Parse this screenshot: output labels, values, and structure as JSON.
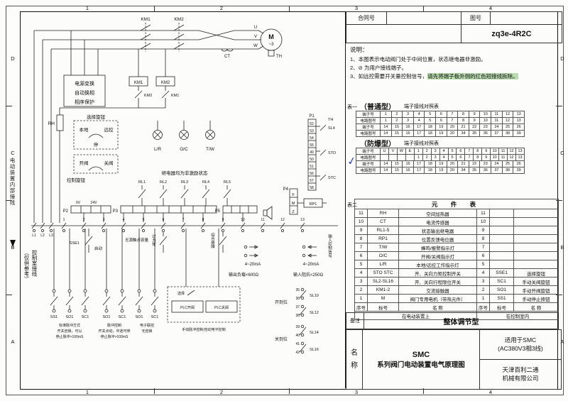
{
  "frame": {
    "cols": [
      "1",
      "2",
      "3",
      "4"
    ],
    "rows": [
      "D",
      "C",
      "B",
      "A"
    ]
  },
  "title_block": {
    "contract_label": "合同号",
    "drawing_label": "图号",
    "drawing_no": "zq3e-4R2C"
  },
  "notes": {
    "heading": "说明：",
    "item1": "1、本图表示电动阀门处于中间位置，状态继电器非激励。",
    "item2": "2、⊘ 为用户接线端子。",
    "item3_pre": "3、如远控需要开关量控制信号，",
    "item3_hl": "请先将端子板外侧的红色短接线拆除。"
  },
  "table1": {
    "label": "表一",
    "normal_title": "（普通型）",
    "normal_subtitle": "端子接线对照表",
    "normal_rows": [
      [
        "端子号",
        "1",
        "2",
        "3",
        "4",
        "5",
        "6",
        "7",
        "8",
        "9",
        "10",
        "11",
        "12",
        "13"
      ],
      [
        "电路图号",
        "1",
        "2",
        "3",
        "4",
        "5",
        "6",
        "7",
        "8",
        "9",
        "10",
        "11",
        "12",
        "13"
      ],
      [
        "端子号",
        "14",
        "15",
        "16",
        "17",
        "18",
        "19",
        "20",
        "21",
        "22",
        "23",
        "24",
        "25",
        "26"
      ],
      [
        "电路图号",
        "14",
        "15",
        "16",
        "17",
        "18",
        "19",
        "20",
        "34",
        "35",
        "36",
        "37",
        "38",
        "39"
      ]
    ],
    "ex_title": "（防爆型）",
    "ex_subtitle": "端子接线对照表",
    "ex_rows1": [
      [
        "端子号",
        "U",
        "V",
        "W",
        "E",
        "1",
        "2",
        "3",
        "4",
        "5",
        "6",
        "7",
        "8",
        "9",
        "10",
        "11",
        "12",
        "13"
      ],
      [
        "电路图号",
        "",
        "",
        "",
        "",
        "1",
        "2",
        "3",
        "4",
        "5",
        "6",
        "7",
        "8",
        "9",
        "10",
        "11",
        "12",
        "13"
      ]
    ],
    "ex_rows2": [
      [
        "端子号",
        "14",
        "15",
        "16",
        "17",
        "18",
        "19",
        "20",
        "21",
        "22",
        "23",
        "24",
        "25",
        "26"
      ],
      [
        "电路图号",
        "14",
        "15",
        "16",
        "17",
        "18",
        "19",
        "20",
        "34",
        "35",
        "36",
        "37",
        "38",
        "39"
      ]
    ]
  },
  "table2": {
    "label": "表二",
    "title": "元 件 表",
    "rows": [
      [
        "11",
        "RH",
        "空间加热器",
        "11",
        "",
        ""
      ],
      [
        "10",
        "CT",
        "电流传感器",
        "10",
        "",
        ""
      ],
      [
        "9",
        "RL1-5",
        "状态输出继电器",
        "9",
        "",
        ""
      ],
      [
        "8",
        "RP1",
        "位置反馈电位器",
        "8",
        "",
        ""
      ],
      [
        "7",
        "T/W",
        "蜂鸣/报警指示灯",
        "7",
        "",
        ""
      ],
      [
        "6",
        "O/C",
        "开阀/关阀指示灯",
        "6",
        "",
        ""
      ],
      [
        "5",
        "L/R",
        "本地/远控工作指示灯",
        "5",
        "",
        ""
      ],
      [
        "4",
        "STO STC",
        "开、关向力矩控制开关",
        "4",
        "SSE1",
        "选择旋钮"
      ],
      [
        "3",
        "SL2-SL16",
        "开、关向行程限位开关",
        "3",
        "SC1",
        "手动关阀旋钮"
      ],
      [
        "2",
        "KM1-2",
        "交流接触器",
        "2",
        "SO1",
        "手动开阀旋钮"
      ],
      [
        "1",
        "M",
        "阀门专用电机（带热元件）",
        "1",
        "SS1",
        "手动停止按钮"
      ],
      [
        "序号",
        "标号",
        "名  称",
        "序号",
        "标号",
        "名  称"
      ]
    ],
    "loc_left": "在电动装置上",
    "loc_right": "在控制室内"
  },
  "remarks": {
    "label": "备注",
    "text": "整体调节型"
  },
  "name_block": {
    "label1": "名",
    "label2": "称",
    "line1": "SMC",
    "line2": "系列阀门电动装置电气原理图",
    "apply1": "适用于SMC",
    "apply2": "(AC380V3相3线)",
    "company1": "天津百利二通",
    "company2": "机械有限公司"
  },
  "margins": {
    "inner": "电动装置内部接线",
    "control": "控制室接线",
    "control2": "（仅供参考）"
  },
  "check_mark": "✓",
  "schematic": {
    "km1": "KM1",
    "km2": "KM2",
    "u": "U",
    "v": "V",
    "w": "W",
    "motor": "M",
    "motor_sub": "~3",
    "th": "TH",
    "th2": "TH",
    "ct": "CT",
    "power_box": [
      "电源变换",
      "自动换相",
      "相序保护"
    ],
    "coil1": "KM1",
    "coil2": "KM2",
    "ilock1": "KM2",
    "ilock2": "KM1",
    "rh": "RH",
    "sel_title": "选择旋钮",
    "local": "本地",
    "remote": "远控",
    "stop": "停",
    "lamp1": "L/R",
    "lamp2": "O/C",
    "lamp3": "T/W",
    "open": "开阀",
    "close": "关阀",
    "ctrl_knob": "控制旋钮",
    "relay_note": "继电器均为非激励状态",
    "rl1": "RL1",
    "rl2": "RL2",
    "rl3": "RL3",
    "rl4": "RL4",
    "rl5": "RL5",
    "p1": "P1",
    "p2": "P2",
    "p3": "P3",
    "p4": "P4",
    "p5": "P5",
    "v0": "0V",
    "v24": "24V",
    "rterm": [
      "52",
      "53",
      "54",
      "55",
      "49",
      "50",
      "51",
      "56",
      "57",
      "58"
    ],
    "sl4": "SL4",
    "sto": "STO",
    "stc": "STC",
    "rp1": "RP1",
    "fmz": [
      "F",
      "M",
      "Z"
    ],
    "l1": "L1",
    "l2": "L2",
    "l3": "L3",
    "bus": [
      "1",
      "2",
      "3",
      "4",
      "5",
      "6",
      "7",
      "8",
      "9",
      "10",
      "11",
      "12",
      "13"
    ],
    "sse1": "SSE1",
    "start": "启动",
    "passive": "无源触点容量",
    "torque": "过力矩",
    "fault": "综合故障",
    "input_sig": "输入控制信号",
    "ma_out": "4~20mA",
    "ma_in": "4~20mA",
    "load_out": "输出负载<600Ω",
    "imp_in": "输入阻抗<250Ω",
    "g1s": [
      "SS1",
      "SO1",
      "SC1"
    ],
    "g1t": [
      "标准脉冲方式",
      "开关自锁，可以",
      "停止脉冲>100mS"
    ],
    "g2s": [
      "SO1",
      "SC1"
    ],
    "g2t": [
      "脉冲控制",
      "开关点动，中途可停",
      "停止脉冲>100mS"
    ],
    "g3s": [
      "SO1",
      "SC1"
    ],
    "g3t": [
      "电子联控",
      "无自锁"
    ],
    "g4sel": "选择",
    "plc_open": "PLC开阀",
    "plc_close": "PLC关阀",
    "g4label": "手动脉冲控制/自动电平控制",
    "open_pos": "开到位",
    "close_pos": "关到位",
    "sl10": "SL10",
    "sl12": "SL12",
    "sl14": "SL14",
    "sl16": "SL16",
    "lim_terms": [
      "35",
      "36",
      "37",
      "38",
      "39",
      "40",
      "41",
      "42"
    ]
  }
}
